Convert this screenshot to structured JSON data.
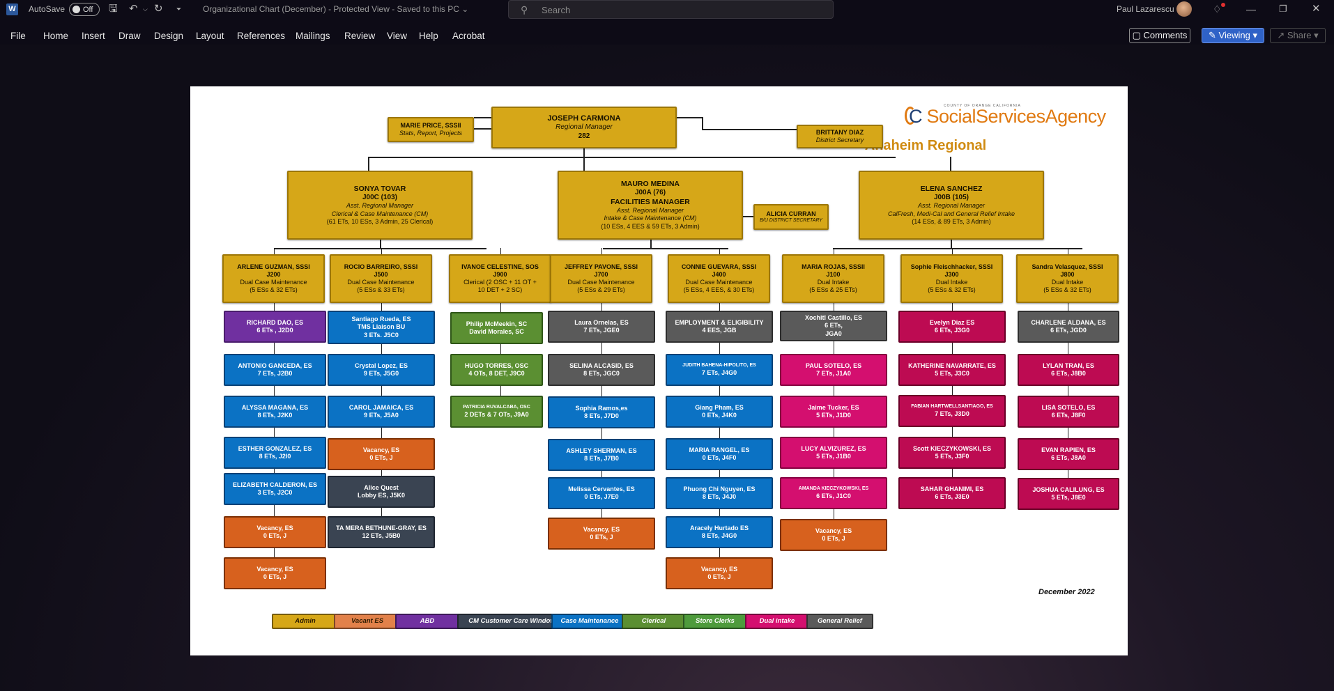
{
  "titlebar": {
    "app": "W",
    "autosave": "AutoSave",
    "toggle": "Off",
    "doc_title": "Organizational Chart (December)  -  Protected View  -  Saved to this PC",
    "search_placeholder": "Search",
    "user": "Paul Lazarescu"
  },
  "menu": {
    "items": [
      "File",
      "Home",
      "Insert",
      "Draw",
      "Design",
      "Layout",
      "References",
      "Mailings",
      "Review",
      "View",
      "Help",
      "Acrobat"
    ],
    "comments": "Comments",
    "viewing": "Viewing",
    "share": "Share"
  },
  "chart": {
    "logo_prefix": "OC",
    "logo_main": "SocialServicesAgency",
    "logo_small": "COUNTY OF ORANGE CALIFORNIA",
    "region": "Anaheim Regional",
    "top": {
      "name": "JOSEPH  CARMONA",
      "role": "Regional Manager",
      "code": "282"
    },
    "marie": {
      "name": "MARIE PRICE, SSSII",
      "role": "Stats, Report, Projects"
    },
    "brittany": {
      "name": "BRITTANY DIAZ",
      "role": "District Secretary"
    },
    "alicia": {
      "name": "ALICIA CURRAN",
      "role": "B/U DISTRICT SECRETARY"
    },
    "managers": [
      {
        "name": "SONYA TOVAR",
        "code": "J00C (103)",
        "role": "Asst. Regional Manager",
        "area": "Clerical & Case Maintenance (CM)",
        "count": "(61 ETs, 10 ESs, 3 Admin, 25 Clerical)"
      },
      {
        "name": "MAURO MEDINA",
        "code": "J00A (76)",
        "title": "FACILITIES MANAGER",
        "role": "Asst. Regional Manager",
        "area": "Intake & Case Maintenance (CM)",
        "count": "(10 ESs, 4 EES & 59 ETs, 3 Admin)"
      },
      {
        "name": "ELENA SANCHEZ",
        "code": "J00B (105)",
        "role": "Asst. Regional Manager",
        "area": "CalFresh, Medi-Cal and General Relief Intake",
        "count": "(14 ESs, & 89 ETs, 3 Admin)"
      }
    ],
    "supervisors": [
      {
        "name": "ARLENE GUZMAN, SSSI",
        "code": "J200",
        "unit": "Dual Case Maintenance",
        "count": "(5 ESs & 32 ETs)"
      },
      {
        "name": "ROCIO BARREIRO, SSSI",
        "code": "J500",
        "unit": "Dual Case Maintenance",
        "count": "(5 ESs & 33 ETs)"
      },
      {
        "name": "IVANOE CELESTINE, SOS",
        "code": "J900",
        "unit": "Clerical (2 OSC + 11 OT +",
        "count": "10 DET + 2 SC)"
      },
      {
        "name": "JEFFREY PAVONE, SSSI",
        "code": "J700",
        "unit": "Dual Case Maintenance",
        "count": "(5 ESs & 29 ETs)"
      },
      {
        "name": "CONNIE GUEVARA, SSSI",
        "code": "J400",
        "unit": "Dual Case Maintenance",
        "count": "(5 ESs, 4 EES, & 30 ETs)"
      },
      {
        "name": "MARIA ROJAS, SSSII",
        "code": "J100",
        "unit": "Dual Intake",
        "count": "(5 ESs & 25 ETs)"
      },
      {
        "name": "Sophie Fleischhacker, SSSI",
        "code": "J300",
        "unit": "Dual Intake",
        "count": "(5 ESs & 32 ETs)"
      },
      {
        "name": "Sandra Velasquez, SSSI",
        "code": "J800",
        "unit": "Dual Intake",
        "count": "(5 ESs & 32 ETs)"
      }
    ],
    "workers": [
      [
        {
          "l1": "RICHARD DAO,  ES",
          "l2": "6 ETs , J2D0"
        },
        {
          "l1": "ANTONIO GANCEDA, ES",
          "l2": "7 ETs, J2B0"
        },
        {
          "l1": "ALYSSA MAGANA, ES",
          "l2": "8 ETs, J2K0"
        },
        {
          "l1": "ESTHER GONZALEZ, ES",
          "l2": "8  ETs, J2I0"
        },
        {
          "l1": "ELIZABETH CALDERON, ES",
          "l2": "3 ETs, J2C0"
        },
        {
          "l1": "Vacancy,  ES",
          "l2": "0 ETs, J"
        },
        {
          "l1": "Vacancy,  ES",
          "l2": "0 ETs, J"
        }
      ],
      [
        {
          "l1": "Santiago Rueda, ES",
          "l2": "TMS Liaison BU",
          "l3": "3 ETs. J5C0"
        },
        {
          "l1": "Crystal Lopez, ES",
          "l2": "9 ETs, J5G0"
        },
        {
          "l1": "CAROL JAMAICA, ES",
          "l2": "9 ETs, J5A0"
        },
        {
          "l1": "Vacancy,  ES",
          "l2": "0 ETs, J"
        },
        {
          "l1": "Alice Quest",
          "l2": "Lobby ES, J5K0"
        },
        {
          "l1": "TA MERA BETHUNE-GRAY, ES",
          "l2": "12 ETs, J5B0"
        }
      ],
      [
        {
          "l1": "Philip McMeekin, SC",
          "l2": "David Morales, SC"
        },
        {
          "l1": "HUGO TORRES,  OSC",
          "l2": "4 OTs, 8 DET, J9C0"
        },
        {
          "l1": "PATRICIA  RUVALCABA,  OSC",
          "l2": "2 DETs & 7 OTs, J9A0"
        }
      ],
      [
        {
          "l1": "Laura Ornelas, ES",
          "l2": "7 ETs, JGE0"
        },
        {
          "l1": "SELINA ALCASID, ES",
          "l2": "8 ETs, JGC0"
        },
        {
          "l1": "Sophia Ramos,es",
          "l2": "8 ETs, J7D0"
        },
        {
          "l1": "ASHLEY SHERMAN, ES",
          "l2": "8 ETs, J7B0"
        },
        {
          "l1": "Melissa Cervantes, ES",
          "l2": "0 ETs, J7E0"
        },
        {
          "l1": "Vacancy,  ES",
          "l2": "0 ETs, J"
        }
      ],
      [
        {
          "l1": "EMPLOYMENT & ELIGIBILITY",
          "l2": "4 EES, JGB"
        },
        {
          "l1": "JUDITH  BAHENA-HIPOLITO,  ES",
          "l2": "7 ETs, J4G0"
        },
        {
          "l1": "Giang Pham, ES",
          "l2": "0 ETs, J4K0"
        },
        {
          "l1": "MARIA RANGEL, ES",
          "l2": "0 ETs, J4F0"
        },
        {
          "l1": "Phuong Chi Nguyen, ES",
          "l2": "8 ETs, J4J0"
        },
        {
          "l1": "Aracely Hurtado ES",
          "l2": "8 ETs, J4G0"
        },
        {
          "l1": "Vacancy,  ES",
          "l2": "0 ETs, J"
        }
      ],
      [
        {
          "l1": "Xochitl Castillo, ES",
          "l2": "6 ETs,",
          "l3": "JGA0"
        },
        {
          "l1": "PAUL SOTELO, ES",
          "l2": "7 ETs, J1A0"
        },
        {
          "l1": "Jaime Tucker, ES",
          "l2": "5 ETs, J1D0"
        },
        {
          "l1": "LUCY ALVIZUREZ, ES",
          "l2": "5 ETs, J1B0"
        },
        {
          "l1": "AMANDA  KIECZYKOWSKI,  ES",
          "l2": "6 ETs, J1C0"
        },
        {
          "l1": "Vacancy,  ES",
          "l2": "0 ETs, J"
        }
      ],
      [
        {
          "l1": "Evelyn Diaz ES",
          "l2": "6 ETs, J3G0"
        },
        {
          "l1": "KATHERINE NAVARRATE, ES",
          "l2": "5 ETs, J3C0"
        },
        {
          "l1": "FABIAN  HARTWELLSANTIAGO,  ES",
          "l2": "7 ETs, J3D0"
        },
        {
          "l1": "Scott KIECZYKOWSKI,  ES",
          "l2": "5 ETs, J3F0"
        },
        {
          "l1": "SAHAR GHANIMI, ES",
          "l2": "6 ETs, J3E0"
        }
      ],
      [
        {
          "l1": "CHARLENE ALDANA, ES",
          "l2": "6 ETs, JGD0"
        },
        {
          "l1": "LYLAN TRAN, ES",
          "l2": "6 ETs, J8B0"
        },
        {
          "l1": "LISA SOTELO, ES",
          "l2": "6 ETs, J8F0"
        },
        {
          "l1": "EVAN RAPIEN, ES",
          "l2": "6 ETs, J8A0"
        },
        {
          "l1": "JOSHUA CALILUNG, ES",
          "l2": "5 ETs, J8E0"
        }
      ]
    ],
    "legend": [
      "Admin",
      "Vacant ES",
      "ABD",
      "CM Customer Care Window",
      "Case Maintenance",
      "Clerical",
      "Store Clerks",
      "Dual intake",
      "General Relief"
    ],
    "legend_colors": [
      "#d6a718",
      "#e2814a",
      "#7030a0",
      "#3a4452",
      "#0b72c4",
      "#5b8f32",
      "#4e9b3c",
      "#d40f6f",
      "#5a5a5a"
    ],
    "date": "December 2022"
  }
}
